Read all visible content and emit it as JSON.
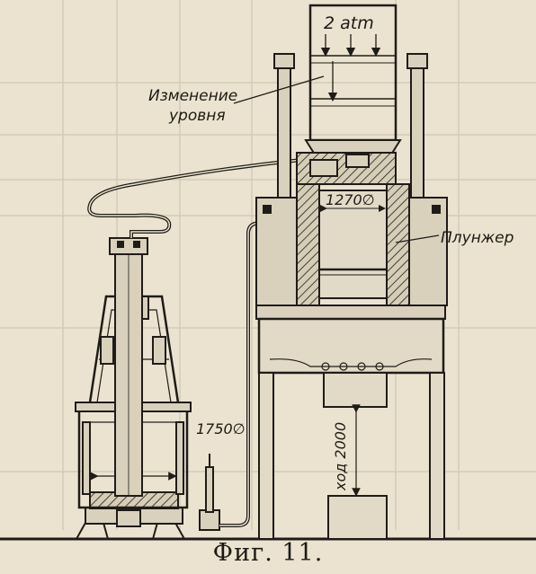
{
  "figure": {
    "caption": "Фиг. 11.",
    "labels": {
      "pressure": "2 atm",
      "level_change_line1": "Изменение",
      "level_change_line2": "уровня",
      "plunger_diameter": "1270∅",
      "plunger": "Плунжер",
      "accumulator_diameter": "1750∅",
      "stroke": "ход 2000"
    }
  },
  "colors": {
    "paper": "#ebe3cf",
    "ink": "#1f1c18"
  }
}
